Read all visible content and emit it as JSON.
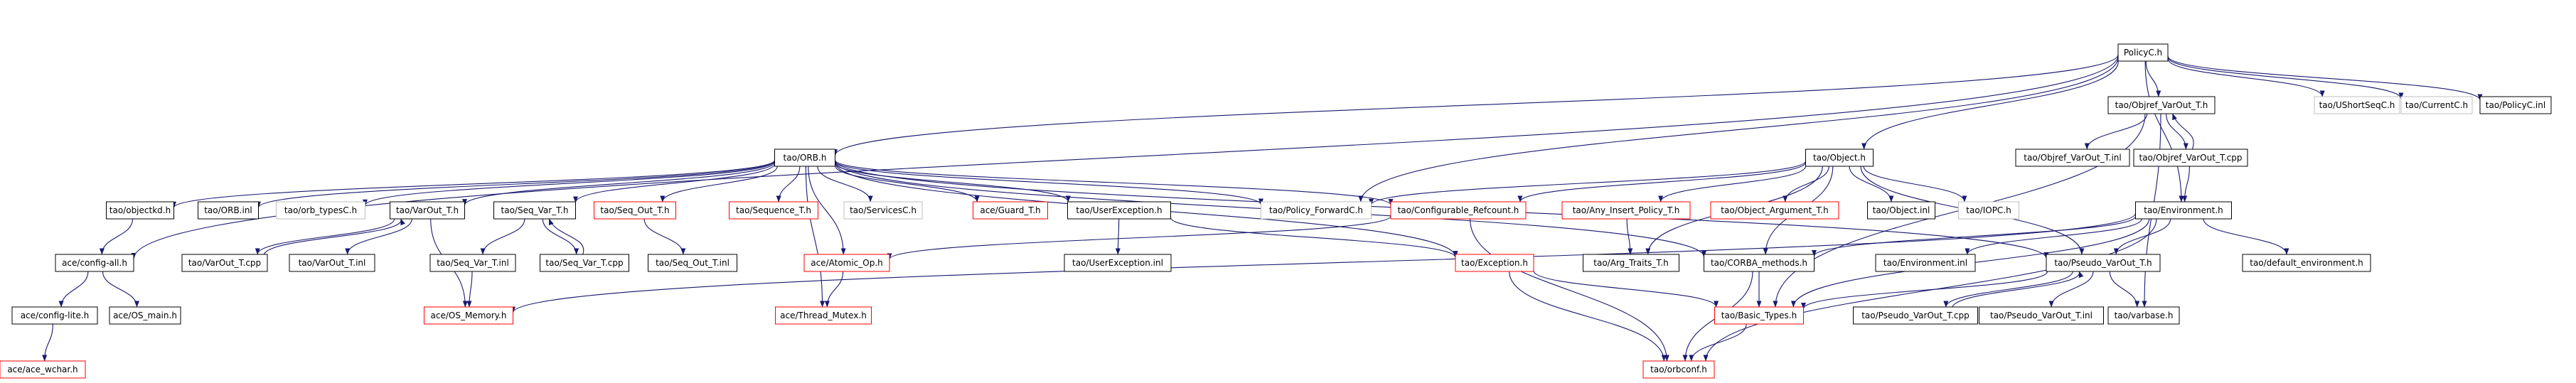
{
  "colors": {
    "edge": "#191970",
    "root_fill": "#bfbfbf",
    "border_default": "#000000",
    "border_undocumented": "#ff0000",
    "border_external": "#bfbfbf",
    "text": "#000000"
  },
  "nodes": [
    {
      "id": "policyc_h",
      "label": "PolicyC.h",
      "kind": "root"
    },
    {
      "id": "ace_config_all_h",
      "label": "ace/config-all.h",
      "kind": "default"
    },
    {
      "id": "tao_orb_h",
      "label": "tao/ORB.h",
      "kind": "default"
    },
    {
      "id": "tao_policy_forwardc_h",
      "label": "tao/Policy_ForwardC.h",
      "kind": "external"
    },
    {
      "id": "tao_object_h",
      "label": "tao/Object.h",
      "kind": "default"
    },
    {
      "id": "tao_objref_varout_t_h",
      "label": "tao/Objref_VarOut_T.h",
      "kind": "default"
    },
    {
      "id": "tao_environment_h",
      "label": "tao/Environment.h",
      "kind": "default"
    },
    {
      "id": "tao_ushortseqc_h",
      "label": "tao/UShortSeqC.h",
      "kind": "external"
    },
    {
      "id": "tao_currentc_h",
      "label": "tao/CurrentC.h",
      "kind": "external"
    },
    {
      "id": "tao_policyc_inl",
      "label": "tao/PolicyC.inl",
      "kind": "default"
    },
    {
      "id": "ace_config_lite_h",
      "label": "ace/config-lite.h",
      "kind": "default"
    },
    {
      "id": "ace_os_main_h",
      "label": "ace/OS_main.h",
      "kind": "default"
    },
    {
      "id": "ace_ace_wchar_h",
      "label": "ace/ace_wchar.h",
      "kind": "undocumented"
    },
    {
      "id": "tao_objectkey_h",
      "label": "tao/objectkd.h",
      "kind": "default"
    },
    {
      "id": "tao_orb_inl",
      "label": "tao/ORB.inl",
      "kind": "default"
    },
    {
      "id": "tao_orb_typesc_h",
      "label": "tao/orb_typesC.h",
      "kind": "external"
    },
    {
      "id": "tao_varout_t_h",
      "label": "tao/VarOut_T.h",
      "kind": "default"
    },
    {
      "id": "tao_seq_var_t_h",
      "label": "tao/Seq_Var_T.h",
      "kind": "default"
    },
    {
      "id": "tao_seq_out_t_h",
      "label": "tao/Seq_Out_T.h",
      "kind": "undocumented"
    },
    {
      "id": "tao_sequence_t_h",
      "label": "tao/Sequence_T.h",
      "kind": "undocumented"
    },
    {
      "id": "tao_servicesc_h",
      "label": "tao/ServicesC.h",
      "kind": "external"
    },
    {
      "id": "ace_guard_t_h",
      "label": "ace/Guard_T.h",
      "kind": "undocumented"
    },
    {
      "id": "tao_userexception_h",
      "label": "tao/UserException.h",
      "kind": "default"
    },
    {
      "id": "tao_varout_t_cpp",
      "label": "tao/VarOut_T.cpp",
      "kind": "default"
    },
    {
      "id": "tao_varout_t_inl",
      "label": "tao/VarOut_T.inl",
      "kind": "default"
    },
    {
      "id": "tao_seq_var_t_inl",
      "label": "tao/Seq_Var_T.inl",
      "kind": "default"
    },
    {
      "id": "tao_seq_var_t_cpp",
      "label": "tao/Seq_Var_T.cpp",
      "kind": "default"
    },
    {
      "id": "tao_seq_out_t_inl",
      "label": "tao/Seq_Out_T.inl",
      "kind": "default"
    },
    {
      "id": "ace_os_memory_h",
      "label": "ace/OS_Memory.h",
      "kind": "undocumented"
    },
    {
      "id": "ace_atomic_op_h",
      "label": "ace/Atomic_Op.h",
      "kind": "undocumented"
    },
    {
      "id": "ace_thread_mutex_h",
      "label": "ace/Thread_Mutex.h",
      "kind": "undocumented"
    },
    {
      "id": "tao_userexception_inl",
      "label": "tao/UserException.inl",
      "kind": "default"
    },
    {
      "id": "tao_configurable_refcount_h",
      "label": "tao/Configurable_Refcount.h",
      "kind": "undocumented"
    },
    {
      "id": "tao_any_insert_policy_t_h",
      "label": "tao/Any_Insert_Policy_T.h",
      "kind": "undocumented"
    },
    {
      "id": "tao_object_argument_t_h",
      "label": "tao/Object_Argument_T.h",
      "kind": "undocumented"
    },
    {
      "id": "tao_object_inl",
      "label": "tao/Object.inl",
      "kind": "default"
    },
    {
      "id": "tao_iopc_h",
      "label": "tao/IOPC.h",
      "kind": "external"
    },
    {
      "id": "tao_exception_h",
      "label": "tao/Exception.h",
      "kind": "undocumented"
    },
    {
      "id": "tao_arg_traits_t_h",
      "label": "tao/Arg_Traits_T.h",
      "kind": "default"
    },
    {
      "id": "tao_corba_methods_h",
      "label": "tao/CORBA_methods.h",
      "kind": "default"
    },
    {
      "id": "tao_basic_types_h",
      "label": "tao/Basic_Types.h",
      "kind": "undocumented"
    },
    {
      "id": "tao_orbconf_h",
      "label": "tao/orbconf.h",
      "kind": "undocumented"
    },
    {
      "id": "tao_objref_varout_t_inl",
      "label": "tao/Objref_VarOut_T.inl",
      "kind": "default"
    },
    {
      "id": "tao_objref_varout_t_cpp",
      "label": "tao/Objref_VarOut_T.cpp",
      "kind": "default"
    },
    {
      "id": "tao_environment_inl",
      "label": "tao/Environment.inl",
      "kind": "default"
    },
    {
      "id": "tao_pseudo_varout_t_h",
      "label": "tao/Pseudo_VarOut_T.h",
      "kind": "default"
    },
    {
      "id": "tao_default_environment_h",
      "label": "tao/default_environment.h",
      "kind": "default"
    },
    {
      "id": "tao_pseudo_varout_t_cpp",
      "label": "tao/Pseudo_VarOut_T.cpp",
      "kind": "default"
    },
    {
      "id": "tao_pseudo_varout_t_inl",
      "label": "tao/Pseudo_VarOut_T.inl",
      "kind": "default"
    },
    {
      "id": "tao_varbase_h",
      "label": "tao/varbase.h",
      "kind": "default"
    }
  ],
  "edges": [
    [
      "policyc_h",
      "ace_config_all_h"
    ],
    [
      "policyc_h",
      "tao_orb_h"
    ],
    [
      "policyc_h",
      "tao_policy_forwardc_h"
    ],
    [
      "policyc_h",
      "tao_object_h"
    ],
    [
      "policyc_h",
      "tao_objref_varout_t_h"
    ],
    [
      "policyc_h",
      "tao_environment_h"
    ],
    [
      "policyc_h",
      "tao_ushortseqc_h"
    ],
    [
      "policyc_h",
      "tao_currentc_h"
    ],
    [
      "policyc_h",
      "tao_policyc_inl"
    ],
    [
      "ace_config_all_h",
      "ace_config_lite_h"
    ],
    [
      "ace_config_all_h",
      "ace_os_main_h"
    ],
    [
      "ace_config_lite_h",
      "ace_ace_wchar_h"
    ],
    [
      "tao_orb_h",
      "tao_objectkey_h"
    ],
    [
      "tao_orb_h",
      "tao_orb_inl"
    ],
    [
      "tao_orb_h",
      "tao_orb_typesc_h"
    ],
    [
      "tao_orb_h",
      "tao_varout_t_h"
    ],
    [
      "tao_orb_h",
      "tao_seq_var_t_h"
    ],
    [
      "tao_orb_h",
      "tao_seq_out_t_h"
    ],
    [
      "tao_orb_h",
      "tao_sequence_t_h"
    ],
    [
      "tao_orb_h",
      "tao_servicesc_h"
    ],
    [
      "tao_orb_h",
      "ace_guard_t_h"
    ],
    [
      "tao_orb_h",
      "tao_userexception_h"
    ],
    [
      "tao_orb_h",
      "tao_policy_forwardc_h"
    ],
    [
      "tao_orb_h",
      "tao_configurable_refcount_h"
    ],
    [
      "tao_orb_h",
      "ace_atomic_op_h"
    ],
    [
      "tao_orb_h",
      "ace_thread_mutex_h"
    ],
    [
      "tao_orb_h",
      "tao_corba_methods_h"
    ],
    [
      "tao_orb_h",
      "tao_exception_h"
    ],
    [
      "tao_orb_h",
      "tao_pseudo_varout_t_h"
    ],
    [
      "tao_objectkey_h",
      "ace_config_all_h"
    ],
    [
      "tao_varout_t_h",
      "tao_varout_t_cpp"
    ],
    [
      "tao_varout_t_h",
      "tao_varout_t_inl"
    ],
    [
      "tao_varout_t_h",
      "ace_os_memory_h"
    ],
    [
      "tao_varout_t_cpp",
      "tao_varout_t_h"
    ],
    [
      "tao_seq_var_t_h",
      "tao_seq_var_t_inl"
    ],
    [
      "tao_seq_var_t_h",
      "tao_seq_var_t_cpp"
    ],
    [
      "tao_seq_var_t_cpp",
      "tao_seq_var_t_h"
    ],
    [
      "tao_seq_var_t_inl",
      "ace_os_memory_h"
    ],
    [
      "tao_seq_out_t_h",
      "tao_seq_out_t_inl"
    ],
    [
      "ace_atomic_op_h",
      "ace_thread_mutex_h"
    ],
    [
      "tao_userexception_h",
      "tao_userexception_inl"
    ],
    [
      "tao_userexception_h",
      "tao_exception_h"
    ],
    [
      "tao_object_h",
      "tao_policy_forwardc_h"
    ],
    [
      "tao_object_h",
      "tao_configurable_refcount_h"
    ],
    [
      "tao_object_h",
      "tao_any_insert_policy_t_h"
    ],
    [
      "tao_object_h",
      "tao_object_argument_t_h"
    ],
    [
      "tao_object_h",
      "tao_object_inl"
    ],
    [
      "tao_object_h",
      "tao_iopc_h"
    ],
    [
      "tao_object_h",
      "tao_arg_traits_t_h"
    ],
    [
      "tao_object_h",
      "tao_corba_methods_h"
    ],
    [
      "tao_object_h",
      "tao_pseudo_varout_t_h"
    ],
    [
      "tao_configurable_refcount_h",
      "ace_atomic_op_h"
    ],
    [
      "tao_configurable_refcount_h",
      "tao_orbconf_h"
    ],
    [
      "tao_any_insert_policy_t_h",
      "tao_arg_traits_t_h"
    ],
    [
      "tao_exception_h",
      "tao_basic_types_h"
    ],
    [
      "tao_exception_h",
      "tao_orbconf_h"
    ],
    [
      "tao_corba_methods_h",
      "tao_basic_types_h"
    ],
    [
      "tao_corba_methods_h",
      "tao_orbconf_h"
    ],
    [
      "tao_basic_types_h",
      "tao_orbconf_h"
    ],
    [
      "tao_objref_varout_t_h",
      "tao_objref_varout_t_inl"
    ],
    [
      "tao_objref_varout_t_h",
      "tao_objref_varout_t_cpp"
    ],
    [
      "tao_objref_varout_t_h",
      "tao_basic_types_h"
    ],
    [
      "tao_objref_varout_t_h",
      "tao_varbase_h"
    ],
    [
      "tao_objref_varout_t_cpp",
      "tao_objref_varout_t_h"
    ],
    [
      "tao_objref_varout_t_cpp",
      "tao_environment_h"
    ],
    [
      "tao_environment_h",
      "tao_environment_inl"
    ],
    [
      "tao_environment_h",
      "tao_corba_methods_h"
    ],
    [
      "tao_environment_h",
      "tao_pseudo_varout_t_h"
    ],
    [
      "tao_environment_h",
      "tao_default_environment_h"
    ],
    [
      "tao_environment_h",
      "tao_basic_types_h"
    ],
    [
      "tao_environment_h",
      "tao_orbconf_h"
    ],
    [
      "tao_environment_h",
      "ace_os_memory_h"
    ],
    [
      "tao_pseudo_varout_t_h",
      "tao_pseudo_varout_t_cpp"
    ],
    [
      "tao_pseudo_varout_t_h",
      "tao_pseudo_varout_t_inl"
    ],
    [
      "tao_pseudo_varout_t_h",
      "tao_varbase_h"
    ],
    [
      "tao_pseudo_varout_t_h",
      "tao_basic_types_h"
    ],
    [
      "tao_pseudo_varout_t_cpp",
      "tao_pseudo_varout_t_h"
    ]
  ]
}
